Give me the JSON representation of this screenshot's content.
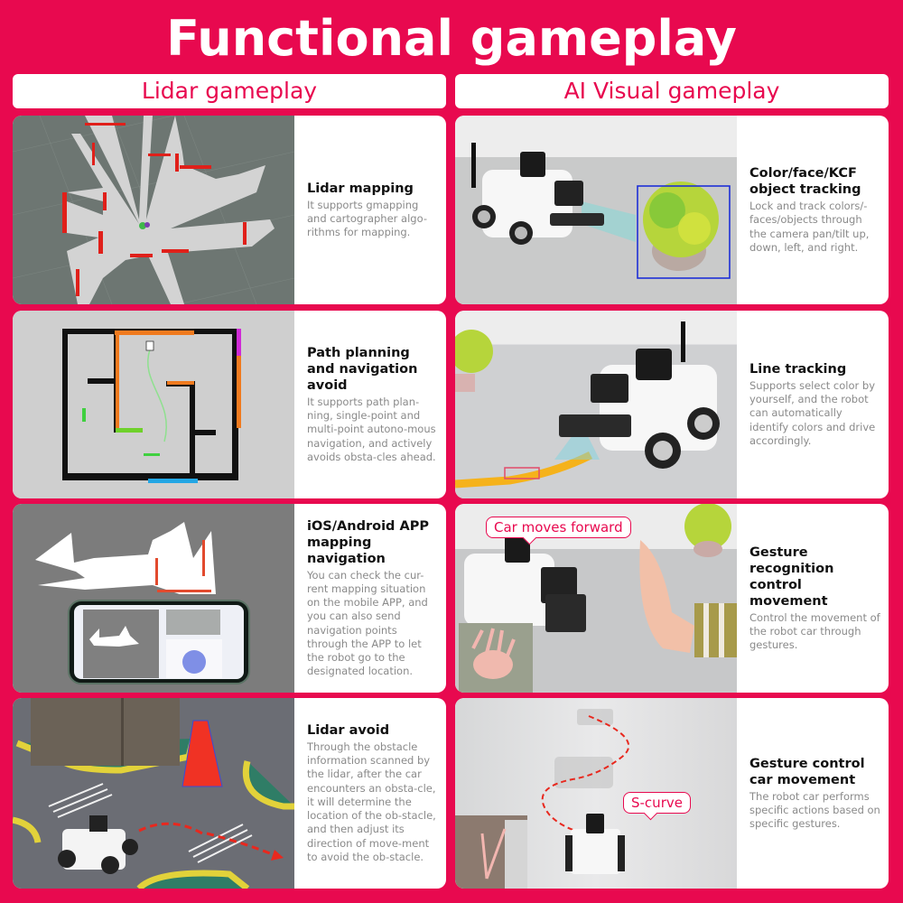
{
  "page": {
    "title": "Functional gameplay",
    "background_color": "#e8094f"
  },
  "columns": [
    {
      "header": "Lidar gameplay",
      "cards": [
        {
          "title": "Lidar mapping",
          "description": "It supports gmapping and cartographer algo-rithms for mapping.",
          "image": "lidar-scan-map"
        },
        {
          "title": "Path planning and navigation avoid",
          "description": "It supports path plan-ning, single-point and multi-point autono-mous navigation, and actively avoids obsta-cles ahead.",
          "image": "maze-path-planning-map"
        },
        {
          "title": "iOS/Android APP mapping navigation",
          "description": "You can check the cur-rent mapping situation on the mobile APP, and you can also send navigation points through the APP to let the robot go to the designated location.",
          "image": "phone-app-map"
        },
        {
          "title": "Lidar avoid",
          "description": "Through the obstacle information scanned by the lidar, after the car encounters an obsta-cle, it will determine the location of the ob-stacle, and then adjust its direction of move-ment to avoid the ob-stacle.",
          "image": "robot-cone-avoidance"
        }
      ]
    },
    {
      "header": "AI Visual  gameplay",
      "cards": [
        {
          "title": "Color/face/KCF object tracking",
          "description": "Lock and track colors/-faces/objects through the camera pan/tilt up, down, left, and right.",
          "image": "robot-tracking-plant"
        },
        {
          "title": "Line tracking",
          "description": "Supports select color by yourself, and the robot can automatically identify colors and drive accordingly.",
          "image": "robot-yellow-line"
        },
        {
          "title": "Gesture recognition control movement",
          "description": "Control the movement of the robot car through gestures.",
          "image": "robot-hand-gesture",
          "callout": "Car moves forward"
        },
        {
          "title": "Gesture control car movement",
          "description": "The robot car performs specific actions based on specific gestures.",
          "image": "robot-s-curve",
          "callout": "S-curve"
        }
      ]
    }
  ]
}
